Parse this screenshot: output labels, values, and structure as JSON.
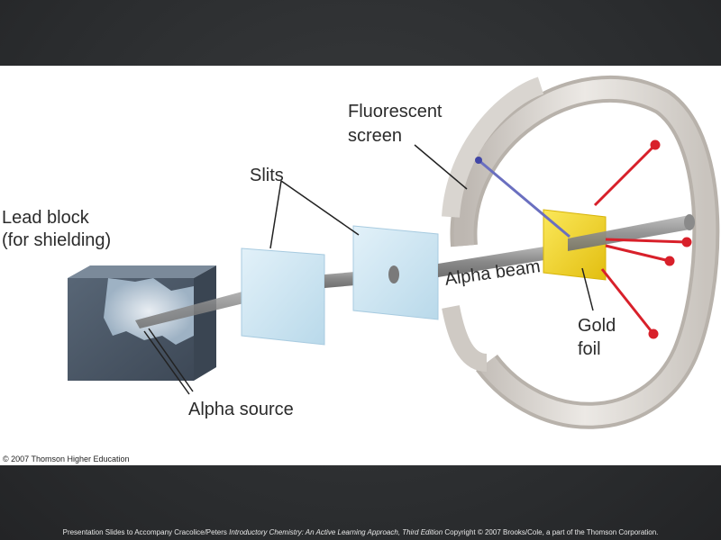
{
  "figure": {
    "labels": {
      "fluorescent_screen_line1": "Fluorescent",
      "fluorescent_screen_line2": "screen",
      "slits": "Slits",
      "lead_block_line1": "Lead block",
      "lead_block_line2": "(for shielding)",
      "alpha_beam": "Alpha beam",
      "gold_foil_line1": "Gold",
      "gold_foil_line2": "foil",
      "alpha_source": "Alpha source"
    },
    "copyright": "© 2007 Thomson Higher Education",
    "colors": {
      "slit_fill": "#cfe6f3",
      "gold_foil": "#f2d52a",
      "screen_ring": "#d8d4cf",
      "deflected_ray": "#d8202a",
      "reflected_ray": "#6a6fc0",
      "lead_block": "#4d5b6c"
    }
  },
  "footer": {
    "prefix": "Presentation Slides to Accompany Cracolice/Peters",
    "book_title": "Introductory Chemistry: An Active Learning Approach",
    "edition": ", Third Edition",
    "suffix": "Copyright © 2007 Brooks/Cole, a part of the Thomson Corporation."
  }
}
